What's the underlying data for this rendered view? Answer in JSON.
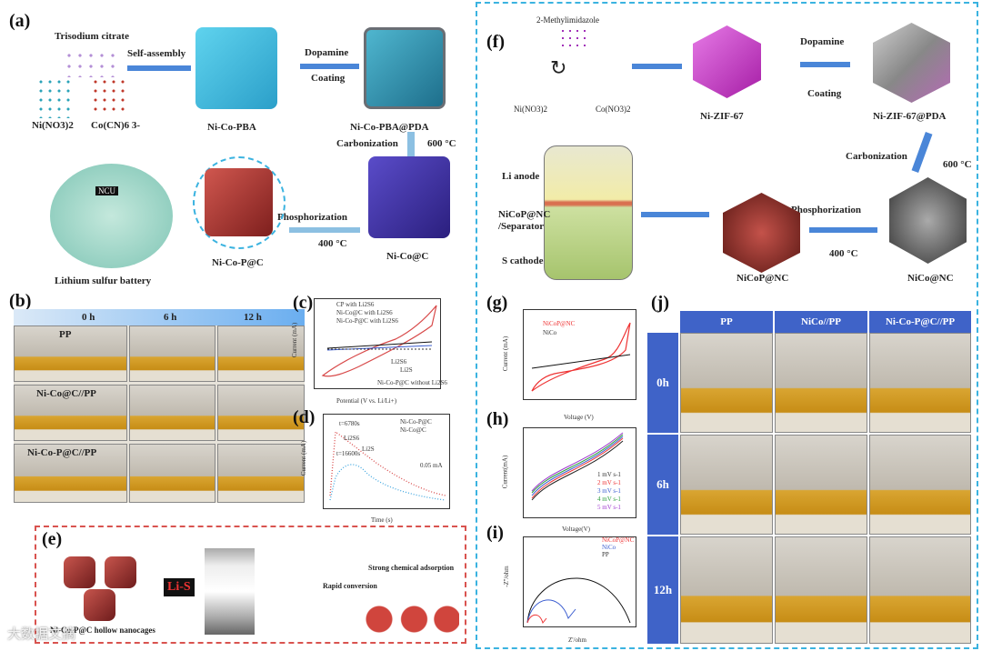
{
  "left": {
    "a": {
      "label": "(a)",
      "trisodium": "Trisodium citrate",
      "self_assembly": "Self-assembly",
      "nino3": "Ni(NO3)2",
      "cocn": "Co(CN)6 3-",
      "nicopba": "Ni-Co-PBA",
      "dopamine": "Dopamine",
      "coating": "Coating",
      "pbapda": "Ni-Co-PBA@PDA",
      "carbonization": "Carbonization",
      "t600": "600 °C",
      "phosphorization": "Phosphorization",
      "t400": "400 °C",
      "nicoc": "Ni-Co@C",
      "nicopc": "Ni-Co-P@C",
      "lis": "Lithium sulfur battery",
      "ncu": "NCU"
    },
    "b": {
      "label": "(b)",
      "h0": "0 h",
      "h6": "6 h",
      "h12": "12 h",
      "r1": "PP",
      "r2": "Ni-Co@C//PP",
      "r3": "Ni-Co-P@C//PP"
    },
    "c": {
      "label": "(c)",
      "ylabel": "Current (mA)",
      "xlabel": "Potential (V vs. Li/Li+)",
      "leg1": "CP with Li2S6",
      "leg2": "Ni-Co@C with Li2S6",
      "leg3": "Ni-Co-P@C with Li2S6",
      "leg4": "Ni-Co-P@C without Li2S6",
      "ann1": "Li2S6",
      "ann2": "Li2S"
    },
    "d": {
      "label": "(d)",
      "ylabel": "Current (mA)",
      "xlabel": "Time (s)",
      "leg1": "Ni-Co-P@C",
      "leg2": "Ni-Co@C",
      "t1": "t=6780s",
      "t2": "t=16600s",
      "scale": "0.05 mA",
      "ann1": "Li2S6",
      "ann2": "Li2S"
    },
    "e": {
      "label": "(e)",
      "lis": "Li-S",
      "caption": "Ni-Co-P@C hollow nanocages",
      "strong": "Strong chemical adsorption",
      "rapid": "Rapid conversion"
    }
  },
  "right": {
    "f": {
      "label": "(f)",
      "mim": "2-Methylimidazole",
      "nino3": "Ni(NO3)2",
      "cono3": "Co(NO3)2",
      "zif": "Ni-ZIF-67",
      "dopamine": "Dopamine",
      "coating": "Coating",
      "zifpda": "Ni-ZIF-67@PDA",
      "carbonization": "Carbonization",
      "t600": "600 °C",
      "phosphorization": "Phosphorization",
      "t400": "400 °C",
      "nicoponc": "NiCoP@NC",
      "niconc": "NiCo@NC",
      "lianode": "Li anode",
      "sep": "NiCoP@NC /Separator",
      "scath": "S cathode"
    },
    "g": {
      "label": "(g)",
      "ylabel": "Current (mA)",
      "xlabel": "Voltage (V)",
      "leg1": "NiCoP@NC",
      "leg2": "NiCo"
    },
    "h": {
      "label": "(h)",
      "ylabel": "Current(mA)",
      "xlabel": "Voltage(V)",
      "legends": [
        "1 mV s-1",
        "2 mV s-1",
        "3 mV s-1",
        "4 mV s-1",
        "5 mV s-1"
      ]
    },
    "i": {
      "label": "(i)",
      "ylabel": "-Z''/ohm",
      "xlabel": "Z'/ohm",
      "legends": [
        "NiCoP@NC",
        "NiCo",
        "PP"
      ]
    },
    "j": {
      "label": "(j)",
      "cols": [
        "PP",
        "NiCo//PP",
        "Ni-Co-P@C//PP"
      ],
      "rows": [
        "0h",
        "6h",
        "12h"
      ]
    }
  },
  "watermark": "大数据文摘"
}
